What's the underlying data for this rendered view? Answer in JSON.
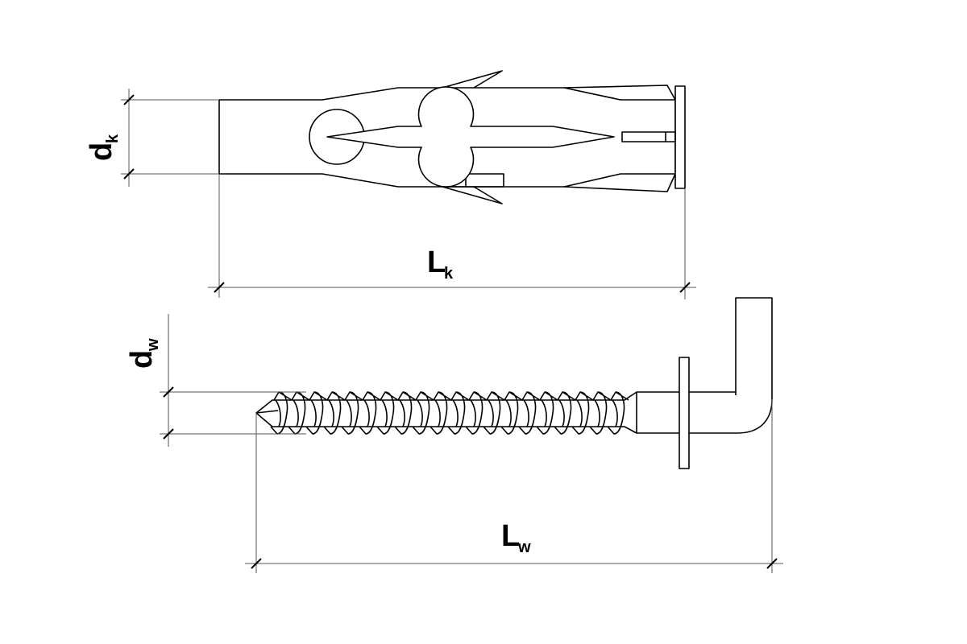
{
  "labels": {
    "dk_main": "d",
    "dk_sub": "k",
    "lk_main": "L",
    "lk_sub": "k",
    "dw_main": "d",
    "dw_sub": "w",
    "lw_main": "L",
    "lw_sub": "w"
  },
  "colors": {
    "stroke": "#000000",
    "dim_line": "#555555",
    "background": "#ffffff"
  }
}
